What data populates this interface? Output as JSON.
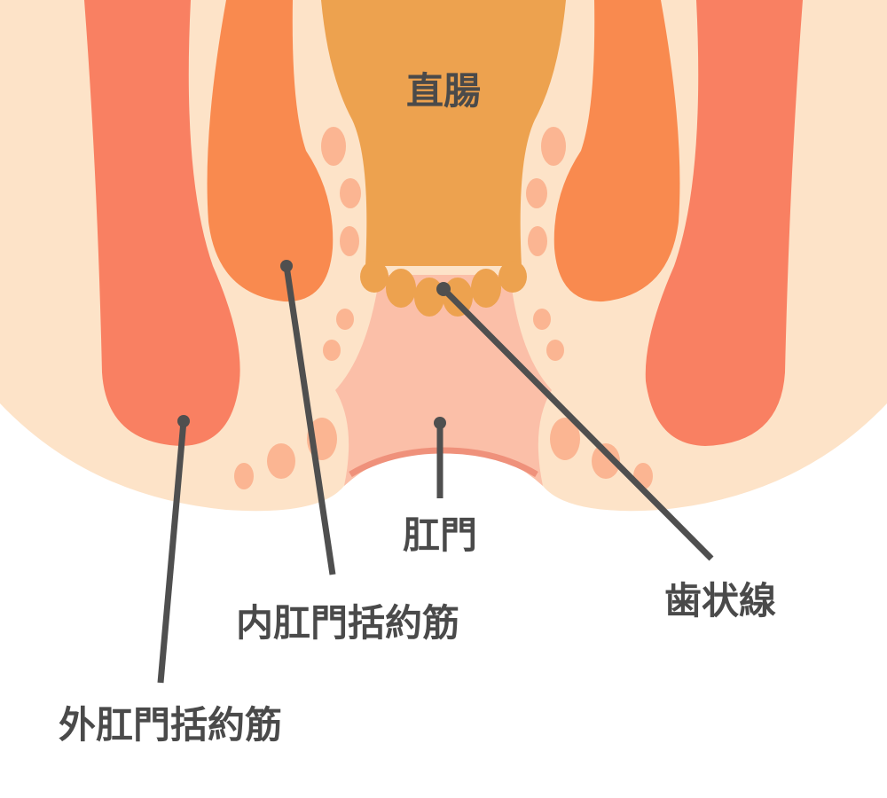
{
  "labels": {
    "rectum": "直腸",
    "anus": "肛門",
    "dentate_line": "歯状線",
    "internal_sphincter": "内肛門括約筋",
    "external_sphincter": "外肛門括約筋"
  },
  "colors": {
    "tissue": "#fde3c8",
    "external_sphincter": "#f98062",
    "internal_sphincter": "#f98a4f",
    "rectum": "#eda24f",
    "anal_canal": "#fbbfa8",
    "anal_rim": "#ef917b",
    "vessels": "#fbb592",
    "text": "#4a4a4a"
  }
}
